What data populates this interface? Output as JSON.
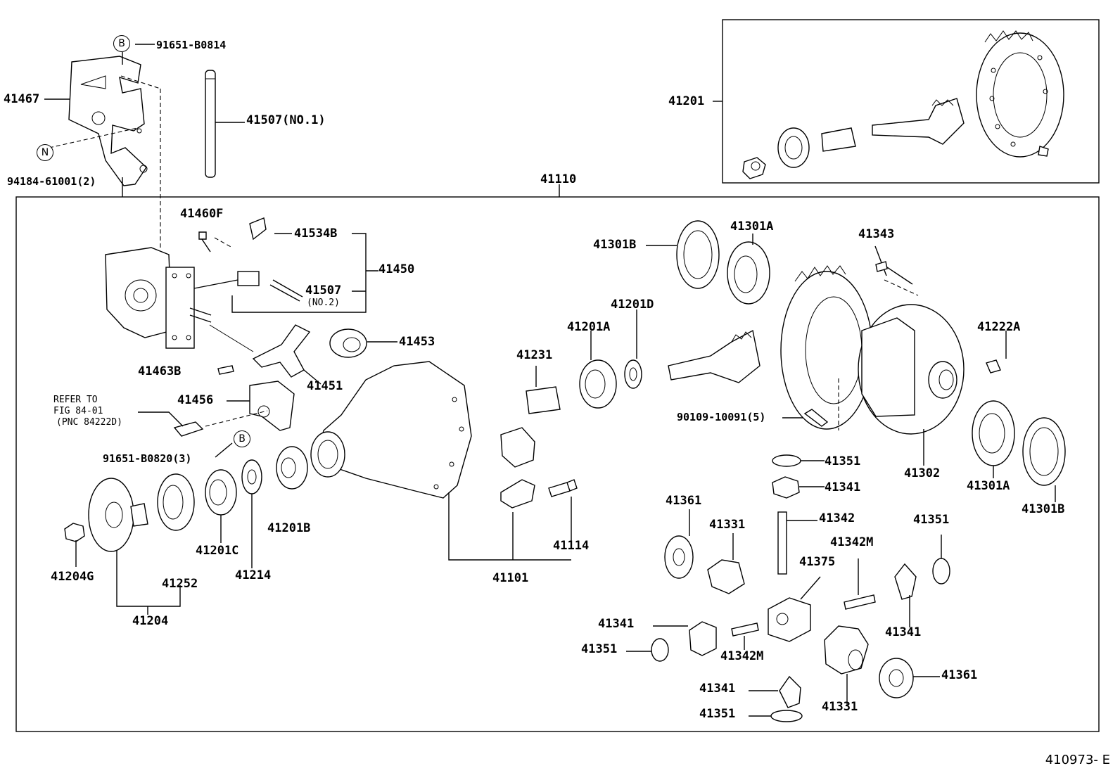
{
  "diagram": {
    "footer_code": "410973- E",
    "callouts": {
      "b": "B",
      "n": "N"
    },
    "labels": {
      "p91651_b0814": "91651-B0814",
      "p41467": "41467",
      "p41507_no1": "41507(NO.1)",
      "p94184": "94184-61001(2)",
      "p41201": "41201",
      "p41110": "41110",
      "p41460f": "41460F",
      "p41534b": "41534B",
      "p41450": "41450",
      "p41507": "41507",
      "p41507_no2": "(NO.2)",
      "p41453": "41453",
      "p41463b": "41463B",
      "p41451": "41451",
      "refer1": "REFER TO",
      "refer2": "FIG 84-01",
      "refer3": "(PNC 84222D)",
      "p41456": "41456",
      "p91651_b0820": "91651-B0820(3)",
      "p41204g": "41204G",
      "p41252": "41252",
      "p41204": "41204",
      "p41201c": "41201C",
      "p41214": "41214",
      "p41201b": "41201B",
      "p41101": "41101",
      "p41114": "41114",
      "p41231": "41231",
      "p41201a": "41201A",
      "p41201d": "41201D",
      "p41301b_l": "41301B",
      "p41301a_t": "41301A",
      "p41343": "41343",
      "p41222a": "41222A",
      "p90109": "90109-10091(5)",
      "p41302": "41302",
      "p41301a_b": "41301A",
      "p41301b_r": "41301B",
      "p41351_a": "41351",
      "p41341_a": "41341",
      "p41342": "41342",
      "p41361_l": "41361",
      "p41331_l": "41331",
      "p41375": "41375",
      "p41342m_t": "41342M",
      "p41351_r": "41351",
      "p41341_r": "41341",
      "p41341_l": "41341",
      "p41351_l": "41351",
      "p41342m_b": "41342M",
      "p41341_b": "41341",
      "p41351_b": "41351",
      "p41331_b": "41331",
      "p41361_r": "41361"
    }
  }
}
